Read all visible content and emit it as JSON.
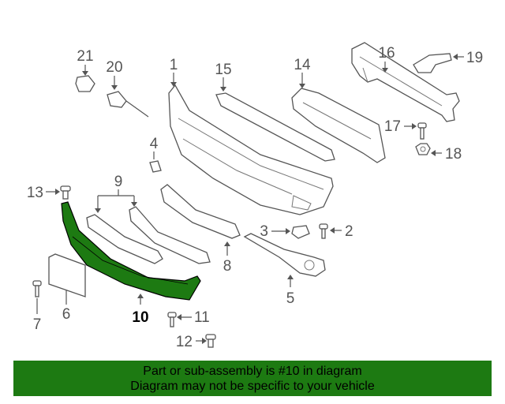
{
  "colors": {
    "highlight": "#1d7a12",
    "line": "#555555",
    "banner_background": "#1d7a12",
    "background": "#ffffff"
  },
  "callouts": [
    {
      "id": "1",
      "label": "1"
    },
    {
      "id": "2",
      "label": "2"
    },
    {
      "id": "3",
      "label": "3"
    },
    {
      "id": "4",
      "label": "4"
    },
    {
      "id": "5",
      "label": "5"
    },
    {
      "id": "6",
      "label": "6"
    },
    {
      "id": "7",
      "label": "7"
    },
    {
      "id": "8",
      "label": "8"
    },
    {
      "id": "9",
      "label": "9"
    },
    {
      "id": "10",
      "label": "10"
    },
    {
      "id": "11",
      "label": "11"
    },
    {
      "id": "12",
      "label": "12"
    },
    {
      "id": "13",
      "label": "13"
    },
    {
      "id": "14",
      "label": "14"
    },
    {
      "id": "15",
      "label": "15"
    },
    {
      "id": "16",
      "label": "16"
    },
    {
      "id": "17",
      "label": "17"
    },
    {
      "id": "18",
      "label": "18"
    },
    {
      "id": "19",
      "label": "19"
    },
    {
      "id": "20",
      "label": "20"
    },
    {
      "id": "21",
      "label": "21"
    }
  ],
  "highlighted_part": "10",
  "banner": {
    "line1": "Part or sub-assembly is #10 in diagram",
    "line2": "Diagram may not be specific to your vehicle"
  }
}
